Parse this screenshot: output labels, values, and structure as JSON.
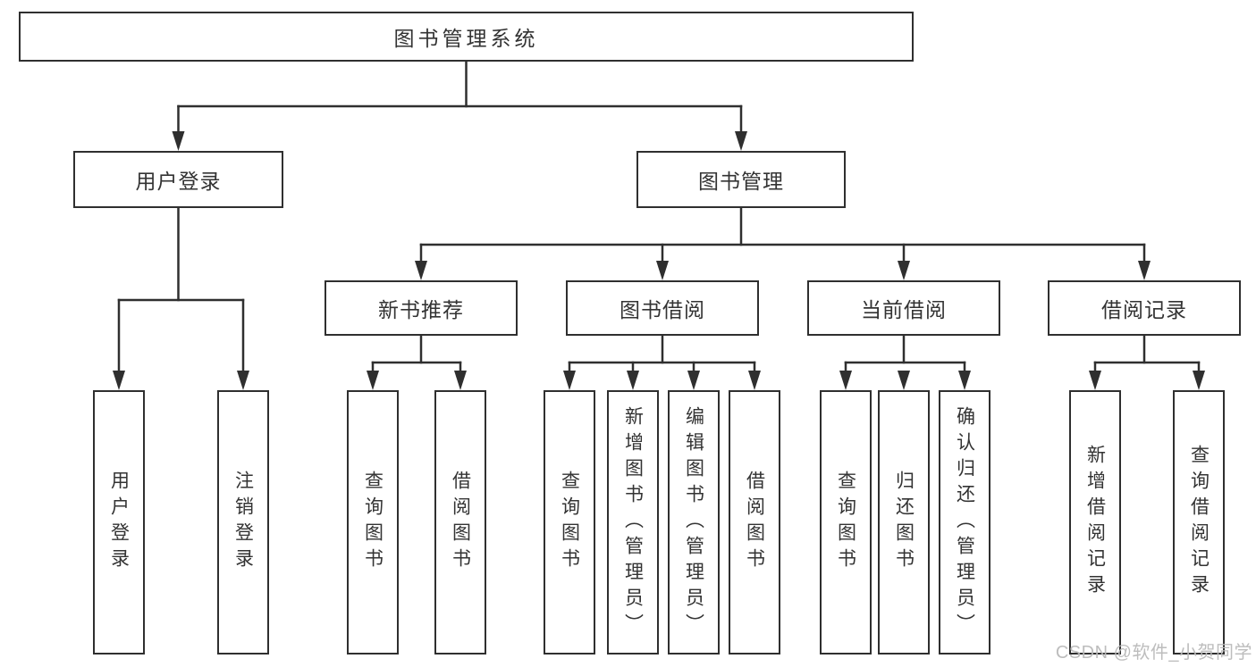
{
  "diagram": {
    "title": "图书管理系统",
    "nodes": {
      "root": "图书管理系统",
      "branches": [
        {
          "label": "用户登录",
          "children": [
            "用户登录",
            "注销登录"
          ]
        },
        {
          "label": "图书管理",
          "groups": [
            {
              "label": "新书推荐",
              "children": [
                "查询图书",
                "借阅图书"
              ]
            },
            {
              "label": "图书借阅",
              "children": [
                "查询图书",
                "新增图书（管理员）",
                "编辑图书（管理员）",
                "借阅图书"
              ]
            },
            {
              "label": "当前借阅",
              "children": [
                "查询图书",
                "归还图书",
                "确认归还（管理员）"
              ]
            },
            {
              "label": "借阅记录",
              "children": [
                "新增借阅记录",
                "查询借阅记录"
              ]
            }
          ]
        }
      ]
    },
    "colors": {
      "line": "#2f2f2f",
      "text": "#333333",
      "background": "#ffffff",
      "watermark": "#b9b9b9"
    }
  },
  "watermark": {
    "text": "CSDN @软件_小贺同学"
  }
}
